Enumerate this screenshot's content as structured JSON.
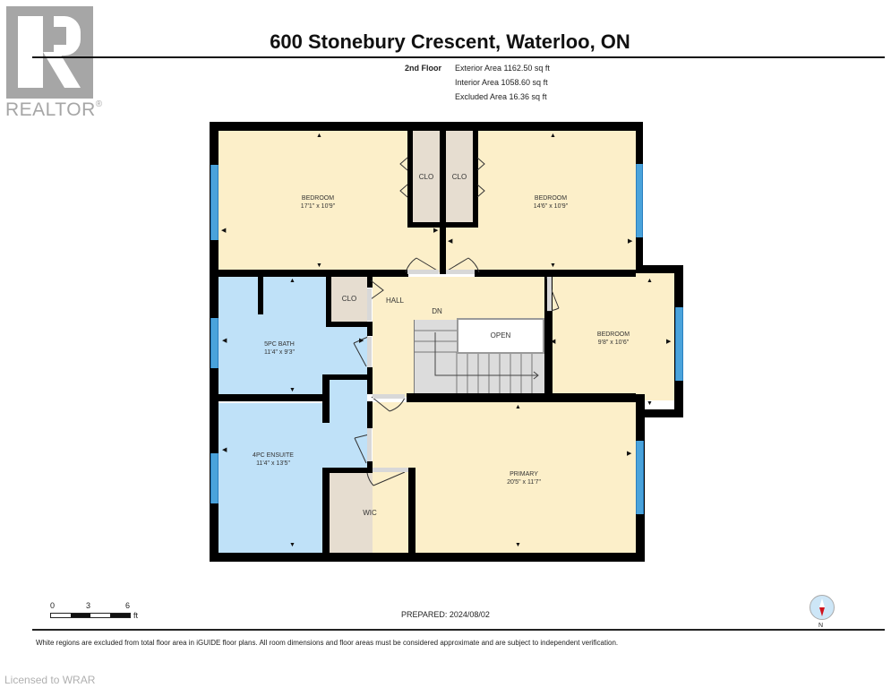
{
  "branding": {
    "logo_text": "REALTOR",
    "logo_mark": "®",
    "licensed": "Licensed to WRAR"
  },
  "header": {
    "title": "600 Stonebury Crescent, Waterloo, ON",
    "floor": "2nd Floor",
    "areas": [
      "Exterior Area 1162.50 sq ft",
      "Interior Area 1058.60 sq ft",
      "Excluded Area 16.36 sq ft"
    ]
  },
  "rooms": {
    "bedroom1": {
      "name": "BEDROOM",
      "dims": "17'1\" x 10'9\""
    },
    "bedroom2": {
      "name": "BEDROOM",
      "dims": "14'6\" x 10'9\""
    },
    "bedroom3": {
      "name": "BEDROOM",
      "dims": "9'8\" x 10'6\""
    },
    "bath5pc": {
      "name": "5PC BATH",
      "dims": "11'4\" x 9'3\""
    },
    "ensuite4pc": {
      "name": "4PC ENSUITE",
      "dims": "11'4\" x 13'5\""
    },
    "primary": {
      "name": "PRIMARY",
      "dims": "20'5\" x 11'7\""
    },
    "clo1": {
      "name": "CLO"
    },
    "clo2": {
      "name": "CLO"
    },
    "clo3": {
      "name": "CLO"
    },
    "hall": {
      "name": "HALL"
    },
    "dn": {
      "name": "DN"
    },
    "open": {
      "name": "OPEN"
    },
    "wic": {
      "name": "WIC"
    }
  },
  "scale": {
    "ticks": [
      "0",
      "3",
      "6"
    ],
    "unit": "ft"
  },
  "footer": {
    "prepared": "PREPARED: 2024/08/02",
    "compass_label": "N",
    "disclaimer": "White regions are excluded from total floor area in iGUIDE floor plans. All room dimensions and floor areas must be considered approximate and are subject to independent verification."
  },
  "colors": {
    "bedroom_fill": "#fcefc9",
    "bath_fill": "#bfe1f8",
    "closet_fill": "#e6ddd0",
    "window": "#4aa3db",
    "wall": "#000000"
  }
}
